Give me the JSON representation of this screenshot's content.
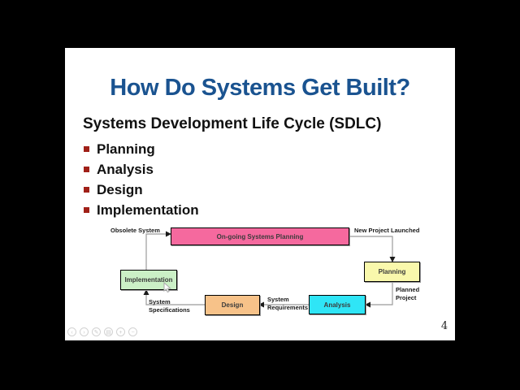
{
  "slide": {
    "title": "How Do Systems Get Built?",
    "title_color": "#1A5390",
    "subtitle": "Systems Development Life Cycle (SDLC)",
    "bullet_color": "#A02018",
    "bullets": [
      {
        "label": "Planning"
      },
      {
        "label": "Analysis"
      },
      {
        "label": "Design"
      },
      {
        "label": "Implementation"
      }
    ],
    "page_number": "4"
  },
  "diagram": {
    "boxes": {
      "ongoing": {
        "label": "On-going Systems Planning",
        "fill": "#F5699E"
      },
      "planning": {
        "label": "Planning",
        "fill": "#F9F8AC"
      },
      "analysis": {
        "label": "Analysis",
        "fill": "#2FE5F6"
      },
      "design": {
        "label": "Design",
        "fill": "#F7C289"
      },
      "implementation": {
        "label": "Implementation",
        "fill": "#CBF0C6"
      }
    },
    "flow_labels": {
      "obsolete_system": "Obsolete System",
      "new_project_launched": "New Project Launched",
      "planned_project": "Planned Project",
      "system_requirements": "System Requirements",
      "system_specifications": "System Specifications"
    }
  },
  "viewer_toolbar": {
    "icons": [
      {
        "name": "prev-slide-icon",
        "glyph": "‹"
      },
      {
        "name": "next-slide-icon",
        "glyph": "›"
      },
      {
        "name": "pen-icon",
        "glyph": "✎"
      },
      {
        "name": "notes-icon",
        "glyph": "▤"
      },
      {
        "name": "zoom-in-icon",
        "glyph": "+"
      },
      {
        "name": "zoom-out-icon",
        "glyph": "−"
      }
    ]
  }
}
